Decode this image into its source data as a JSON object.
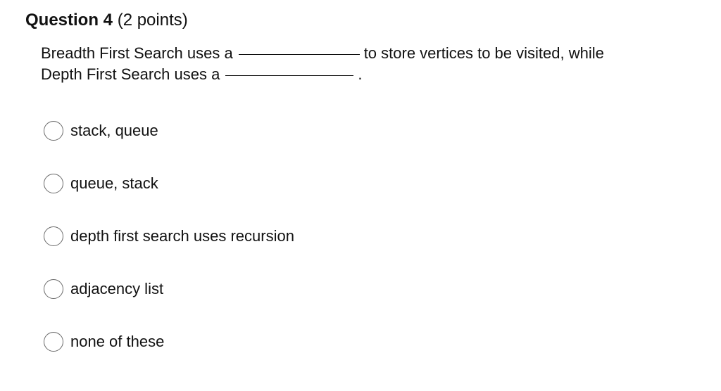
{
  "question": {
    "title": "Question 4",
    "points": "(2 points)",
    "text_part1": "Breadth First Search uses a",
    "text_part2": "to store vertices to be visited, while",
    "text_part3": "Depth First Search uses a",
    "text_part4": "."
  },
  "options": [
    {
      "label": "stack, queue",
      "selected": false
    },
    {
      "label": "queue, stack",
      "selected": false
    },
    {
      "label": "depth first search uses recursion",
      "selected": false
    },
    {
      "label": "adjacency list",
      "selected": false
    },
    {
      "label": "none of these",
      "selected": false
    }
  ]
}
